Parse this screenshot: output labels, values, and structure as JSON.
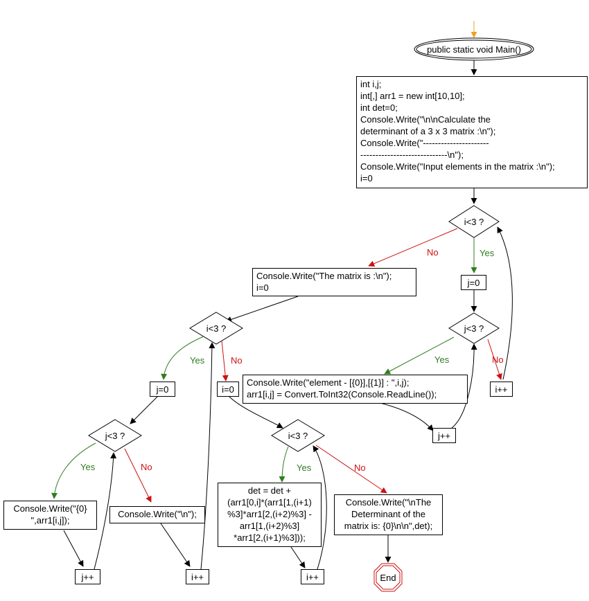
{
  "diagram": {
    "start_label": "public static void Main()",
    "init_block": "int i,j;\nint[,] arr1 = new int[10,10];\nint det=0;\nConsole.Write(\"\\n\\nCalculate the\ndeterminant of a 3 x 3 matrix :\\n\");\nConsole.Write(\"----------------------\n-----------------------------\\n\");\nConsole.Write(\"Input elements in the matrix :\\n\");\ni=0",
    "cond_i_outer": "i<3 ?",
    "assign_j0_top": "j=0",
    "cond_j_top": "j<3 ?",
    "read_block": "Console.Write(\"element - [{0}],[{1}] : \",i,j);\narr1[i,j] = Convert.ToInt32(Console.ReadLine());",
    "inc_j_top_right": "i++",
    "inc_j_top_mid": "j++",
    "print_header": "Console.Write(\"The matrix is :\\n\");\ni=0",
    "cond_i_print": "i<3 ?",
    "assign_j0_left": "j=0",
    "cond_j_left": "j<3 ?",
    "print_elem": "Console.Write(\"{0}\n\",arr1[i,j]);",
    "print_newline": "Console.Write(\"\\n\");",
    "inc_j_left": "j++",
    "inc_i_left": "i++",
    "assign_i0": "i=0",
    "cond_i_det": "i<3 ?",
    "det_block": "det = det +\n(arr1[0,i]*(arr1[1,(i+1)\n%3]*arr1[2,(i+2)%3] -\narr1[1,(i+2)%3]\n*arr1[2,(i+1)%3]));",
    "inc_i_det": "i++",
    "result_block": "Console.Write(\"\\nThe\nDeterminant of the\nmatrix is: {0}\\n\\n\",det);",
    "end_label": "End",
    "yes": "Yes",
    "no": "No"
  },
  "colors": {
    "yes": "#2e7d1e",
    "no": "#cc1111",
    "start_arrow": "#f0a020",
    "end": "#cc1111",
    "line": "#000000"
  }
}
